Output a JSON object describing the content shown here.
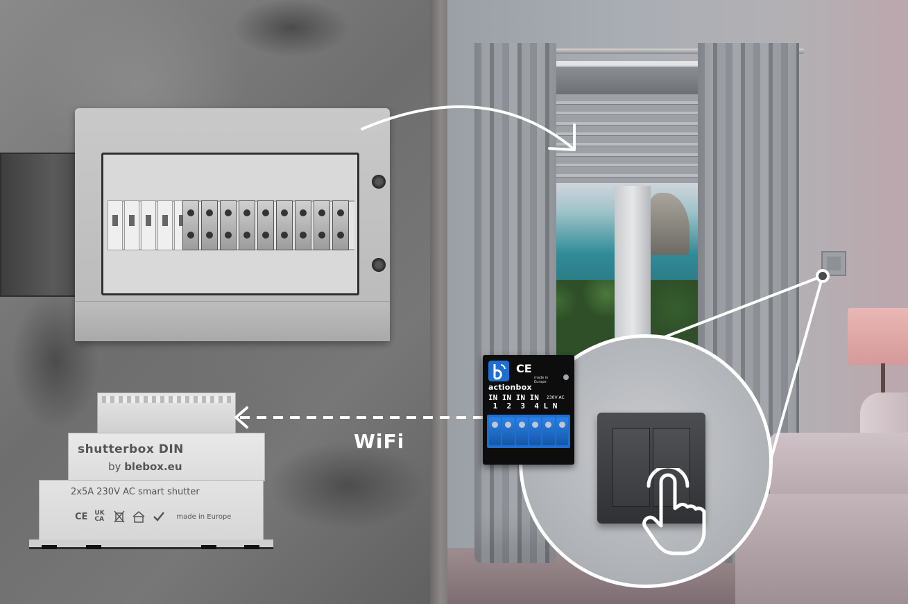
{
  "shutterbox": {
    "brand": "shutterbox DIN",
    "by_prefix": "by",
    "by_brand": "blebox.eu",
    "spec": "2x5A 230V AC smart shutter",
    "marks": [
      "CE",
      "UK CA"
    ],
    "made_in": "made in Europe"
  },
  "actionbox": {
    "ce": "CE",
    "made_in": "made in Europe",
    "name": "actionbox",
    "inputs_top": "IN IN IN IN",
    "inputs_bottom": " 1  2  3  4 L N",
    "voltage": "230V AC"
  },
  "connection": {
    "label": "WiFi"
  },
  "colors": {
    "actionbox_terminal": "#1e6fd0",
    "annotation": "#ffffff"
  },
  "icons": {
    "weee": "weee-bin-icon",
    "indoor": "house-icon",
    "rohs": "rohs-check-icon",
    "touch": "hand-pointer-icon",
    "blebox_logo": "blebox-b-logo-icon"
  }
}
